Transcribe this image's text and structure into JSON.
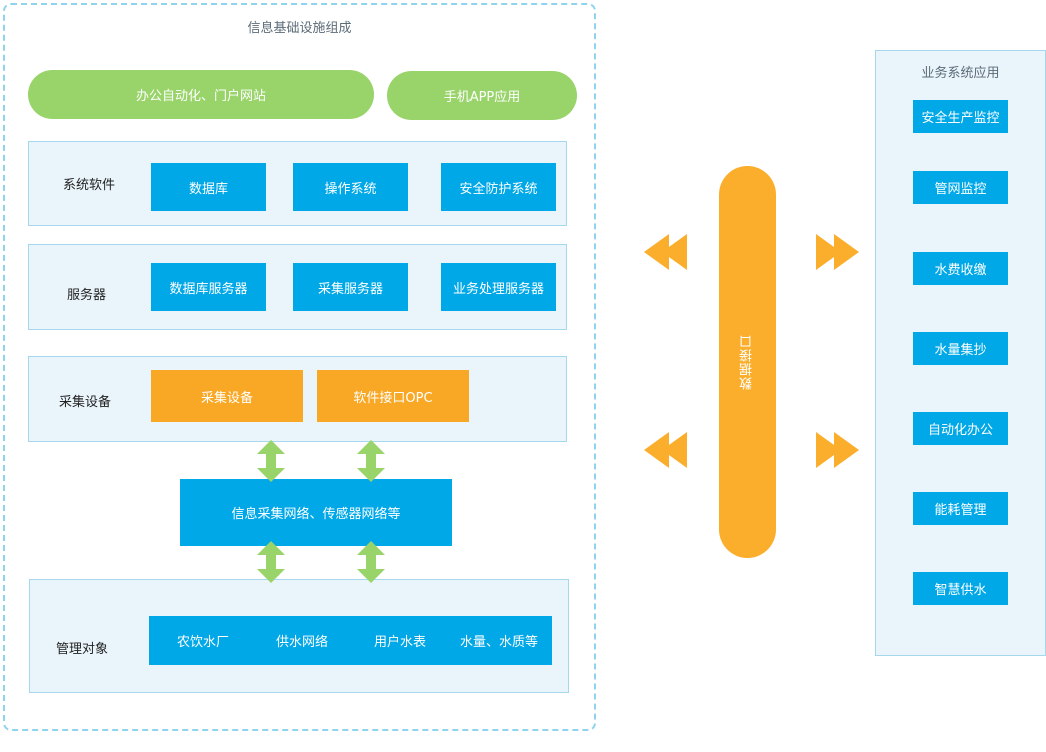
{
  "frame": {
    "title": "信息基础设施组成"
  },
  "apps": {
    "office": "办公自动化、门户网站",
    "mobile": "手机APP应用"
  },
  "system_software": {
    "label": "系统软件",
    "items": [
      "数据库",
      "操作系统",
      "安全防护系统"
    ]
  },
  "servers": {
    "label": "服务器",
    "items": [
      "数据库服务器",
      "采集服务器",
      "业务处理服务器"
    ]
  },
  "collection": {
    "label": "采集设备",
    "items": [
      "采集设备",
      "软件接口OPC"
    ]
  },
  "network": {
    "label": "信息采集网络、传感器网络等"
  },
  "managed": {
    "label": "管理对象",
    "items": [
      "农饮水厂",
      "供水网络",
      "用户水表",
      "水量、水质等"
    ]
  },
  "bus": {
    "label": "数据接口"
  },
  "business": {
    "title": "业务系统应用",
    "items": [
      "安全生产监控",
      "管网监控",
      "水费收缴",
      "水量集抄",
      "自动化办公",
      "能耗管理",
      "智慧供水"
    ]
  },
  "colors": {
    "green": "#99d46a",
    "blue": "#00a8e8",
    "orange": "#f9a825",
    "panel": "#eaf5fb",
    "border": "#a5d8ee",
    "dashed": "#8fd3ee"
  }
}
